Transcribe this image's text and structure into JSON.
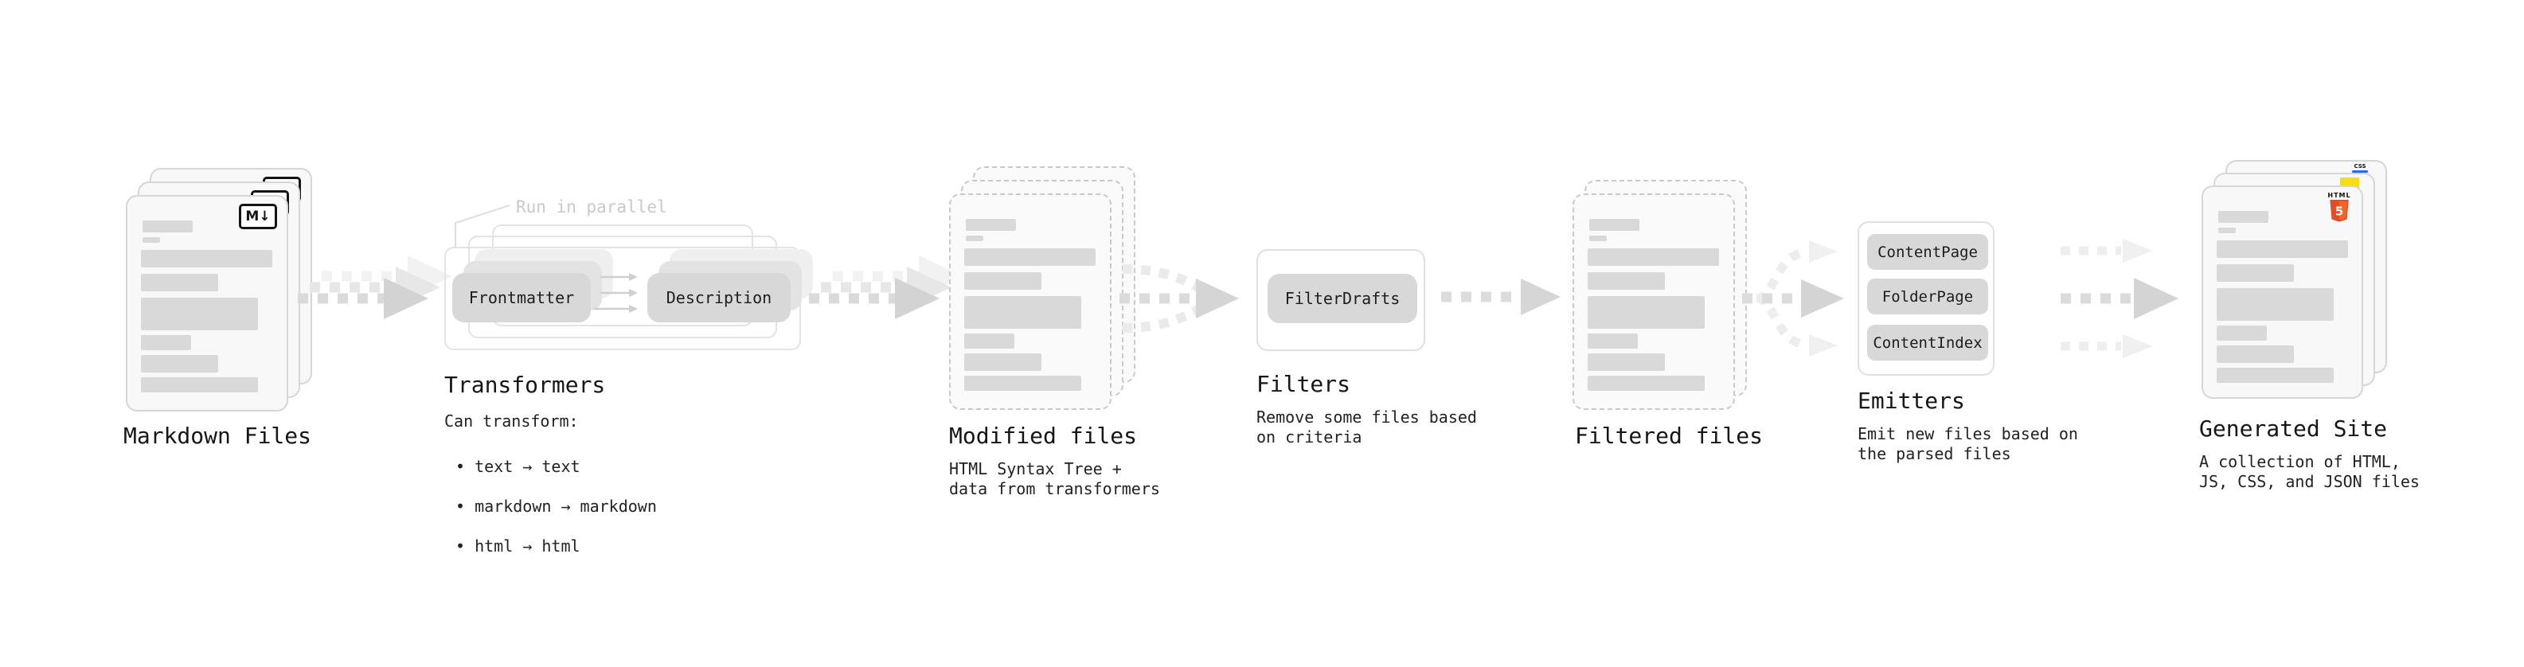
{
  "stages": {
    "markdown_files": {
      "title": "Markdown Files",
      "badge": "M↓"
    },
    "transformers": {
      "annotation": "Run in parallel",
      "pill_left": "Frontmatter",
      "pill_right": "Description",
      "title": "Transformers",
      "desc_heading": "Can transform:",
      "bullets": [
        "• text → text",
        "• markdown → markdown",
        "• html → html"
      ]
    },
    "modified_files": {
      "title": "Modified files",
      "desc": "HTML Syntax Tree +\ndata from transformers"
    },
    "filters": {
      "pill": "FilterDrafts",
      "title": "Filters",
      "desc": "Remove some files based\non criteria"
    },
    "filtered_files": {
      "title": "Filtered files"
    },
    "emitters": {
      "pills": [
        "ContentPage",
        "FolderPage",
        "ContentIndex"
      ],
      "title": "Emitters",
      "desc": "Emit new files based on\nthe parsed files"
    },
    "generated_site": {
      "title": "Generated Site",
      "desc": "A collection of HTML,\nJS, CSS, and JSON files",
      "css_badge": "CSS",
      "html_badge_label": "HTML",
      "html_badge_number": "5"
    }
  },
  "colors": {
    "html5_shield": "#e44d26",
    "html5_shield_light": "#f16529",
    "js_badge_yellow": "#f5de19",
    "css_underline_blue": "#2b6af0",
    "card_fill": "#f8f8f8",
    "bar_gray": "#d9d9d9",
    "pill_gray": "#d8d8d8",
    "arrow_gray": "#d9d9d9"
  }
}
